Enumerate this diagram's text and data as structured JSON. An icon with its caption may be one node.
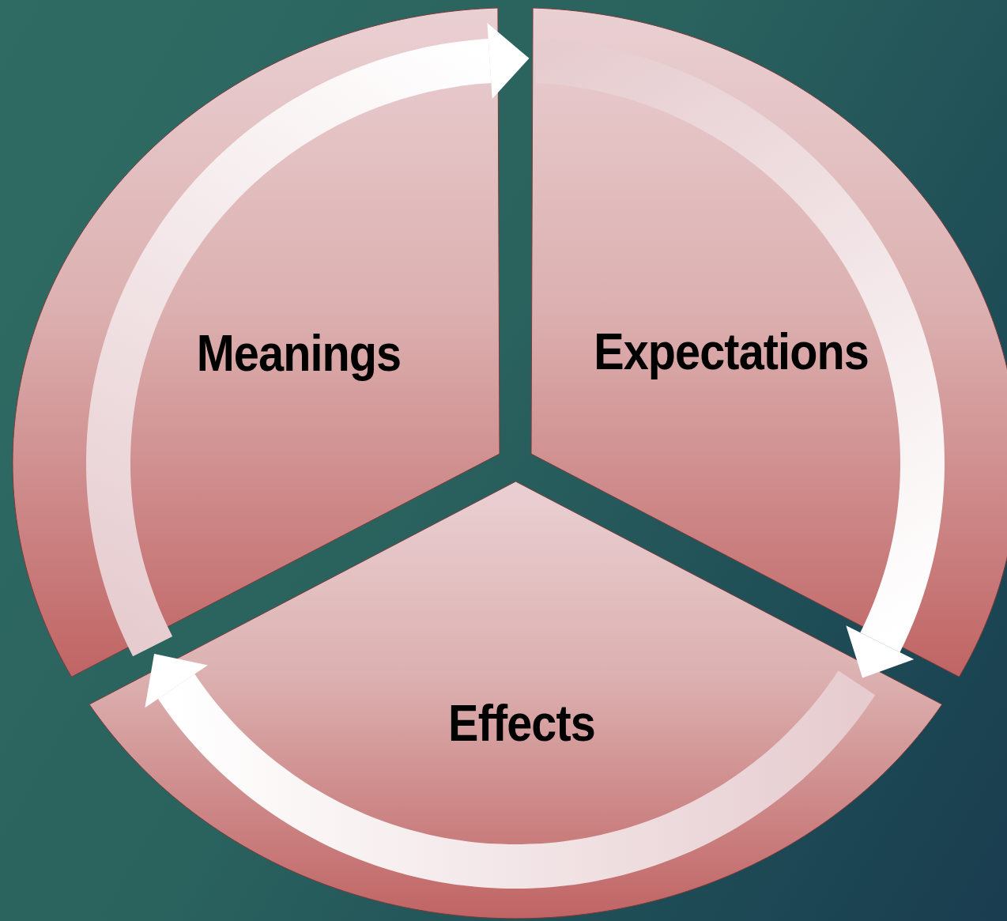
{
  "diagram": {
    "nodes": [
      {
        "text": [
          "Meanings"
        ]
      },
      {
        "text": [
          "Expectations"
        ]
      },
      {
        "text": [
          "Effects"
        ]
      }
    ],
    "edges": [
      {
        "from": 0,
        "to": 1,
        "arrow": "to"
      },
      {
        "from": 1,
        "to": 2,
        "arrow": "to"
      },
      {
        "from": 2,
        "to": 0,
        "arrow": "to"
      }
    ]
  }
}
